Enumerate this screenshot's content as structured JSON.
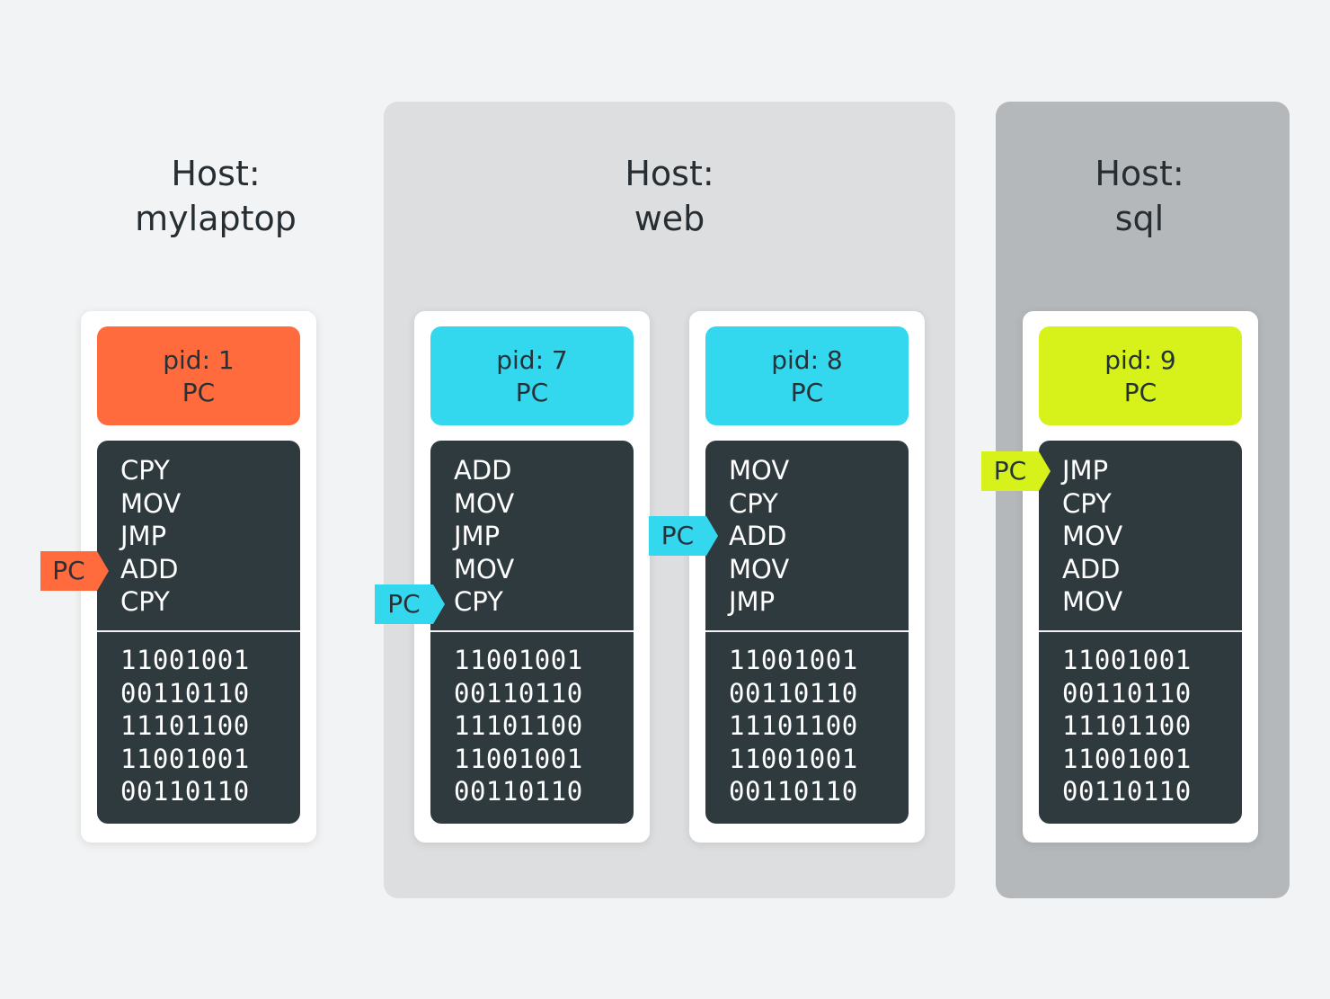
{
  "colors": {
    "page_bg": "#f2f3f4",
    "host_web_bg": "#dcdee0",
    "host_sql_bg": "#b4b8bb",
    "memory_bg": "#2f3a3f",
    "pid_1": "#ff6b3d",
    "pid_7": "#34d8ee",
    "pid_8": "#34d8ee",
    "pid_9": "#d6f21a"
  },
  "hosts": [
    {
      "label": "Host:",
      "name": "mylaptop"
    },
    {
      "label": "Host:",
      "name": "web"
    },
    {
      "label": "Host:",
      "name": "sql"
    }
  ],
  "processes": [
    {
      "pid": "pid: 1",
      "pc_label": "PC",
      "instructions": [
        "CPY",
        "MOV",
        "JMP",
        "ADD",
        "CPY"
      ],
      "binary": [
        "11001001",
        "00110110",
        "11101100",
        "11001001",
        "00110110"
      ],
      "pointer": {
        "label": "PC",
        "instruction": "ADD"
      }
    },
    {
      "pid": "pid: 7",
      "pc_label": "PC",
      "instructions": [
        "ADD",
        "MOV",
        "JMP",
        "MOV",
        "CPY"
      ],
      "binary": [
        "11001001",
        "00110110",
        "11101100",
        "11001001",
        "00110110"
      ],
      "pointer": {
        "label": "PC",
        "instruction": "CPY"
      }
    },
    {
      "pid": "pid: 8",
      "pc_label": "PC",
      "instructions": [
        "MOV",
        "CPY",
        "ADD",
        "MOV",
        "JMP"
      ],
      "binary": [
        "11001001",
        "00110110",
        "11101100",
        "11001001",
        "00110110"
      ],
      "pointer": {
        "label": "PC",
        "instruction": "ADD"
      }
    },
    {
      "pid": "pid: 9",
      "pc_label": "PC",
      "instructions": [
        "JMP",
        "CPY",
        "MOV",
        "ADD",
        "MOV"
      ],
      "binary": [
        "11001001",
        "00110110",
        "11101100",
        "11001001",
        "00110110"
      ],
      "pointer": {
        "label": "PC",
        "instruction": "JMP"
      }
    }
  ]
}
